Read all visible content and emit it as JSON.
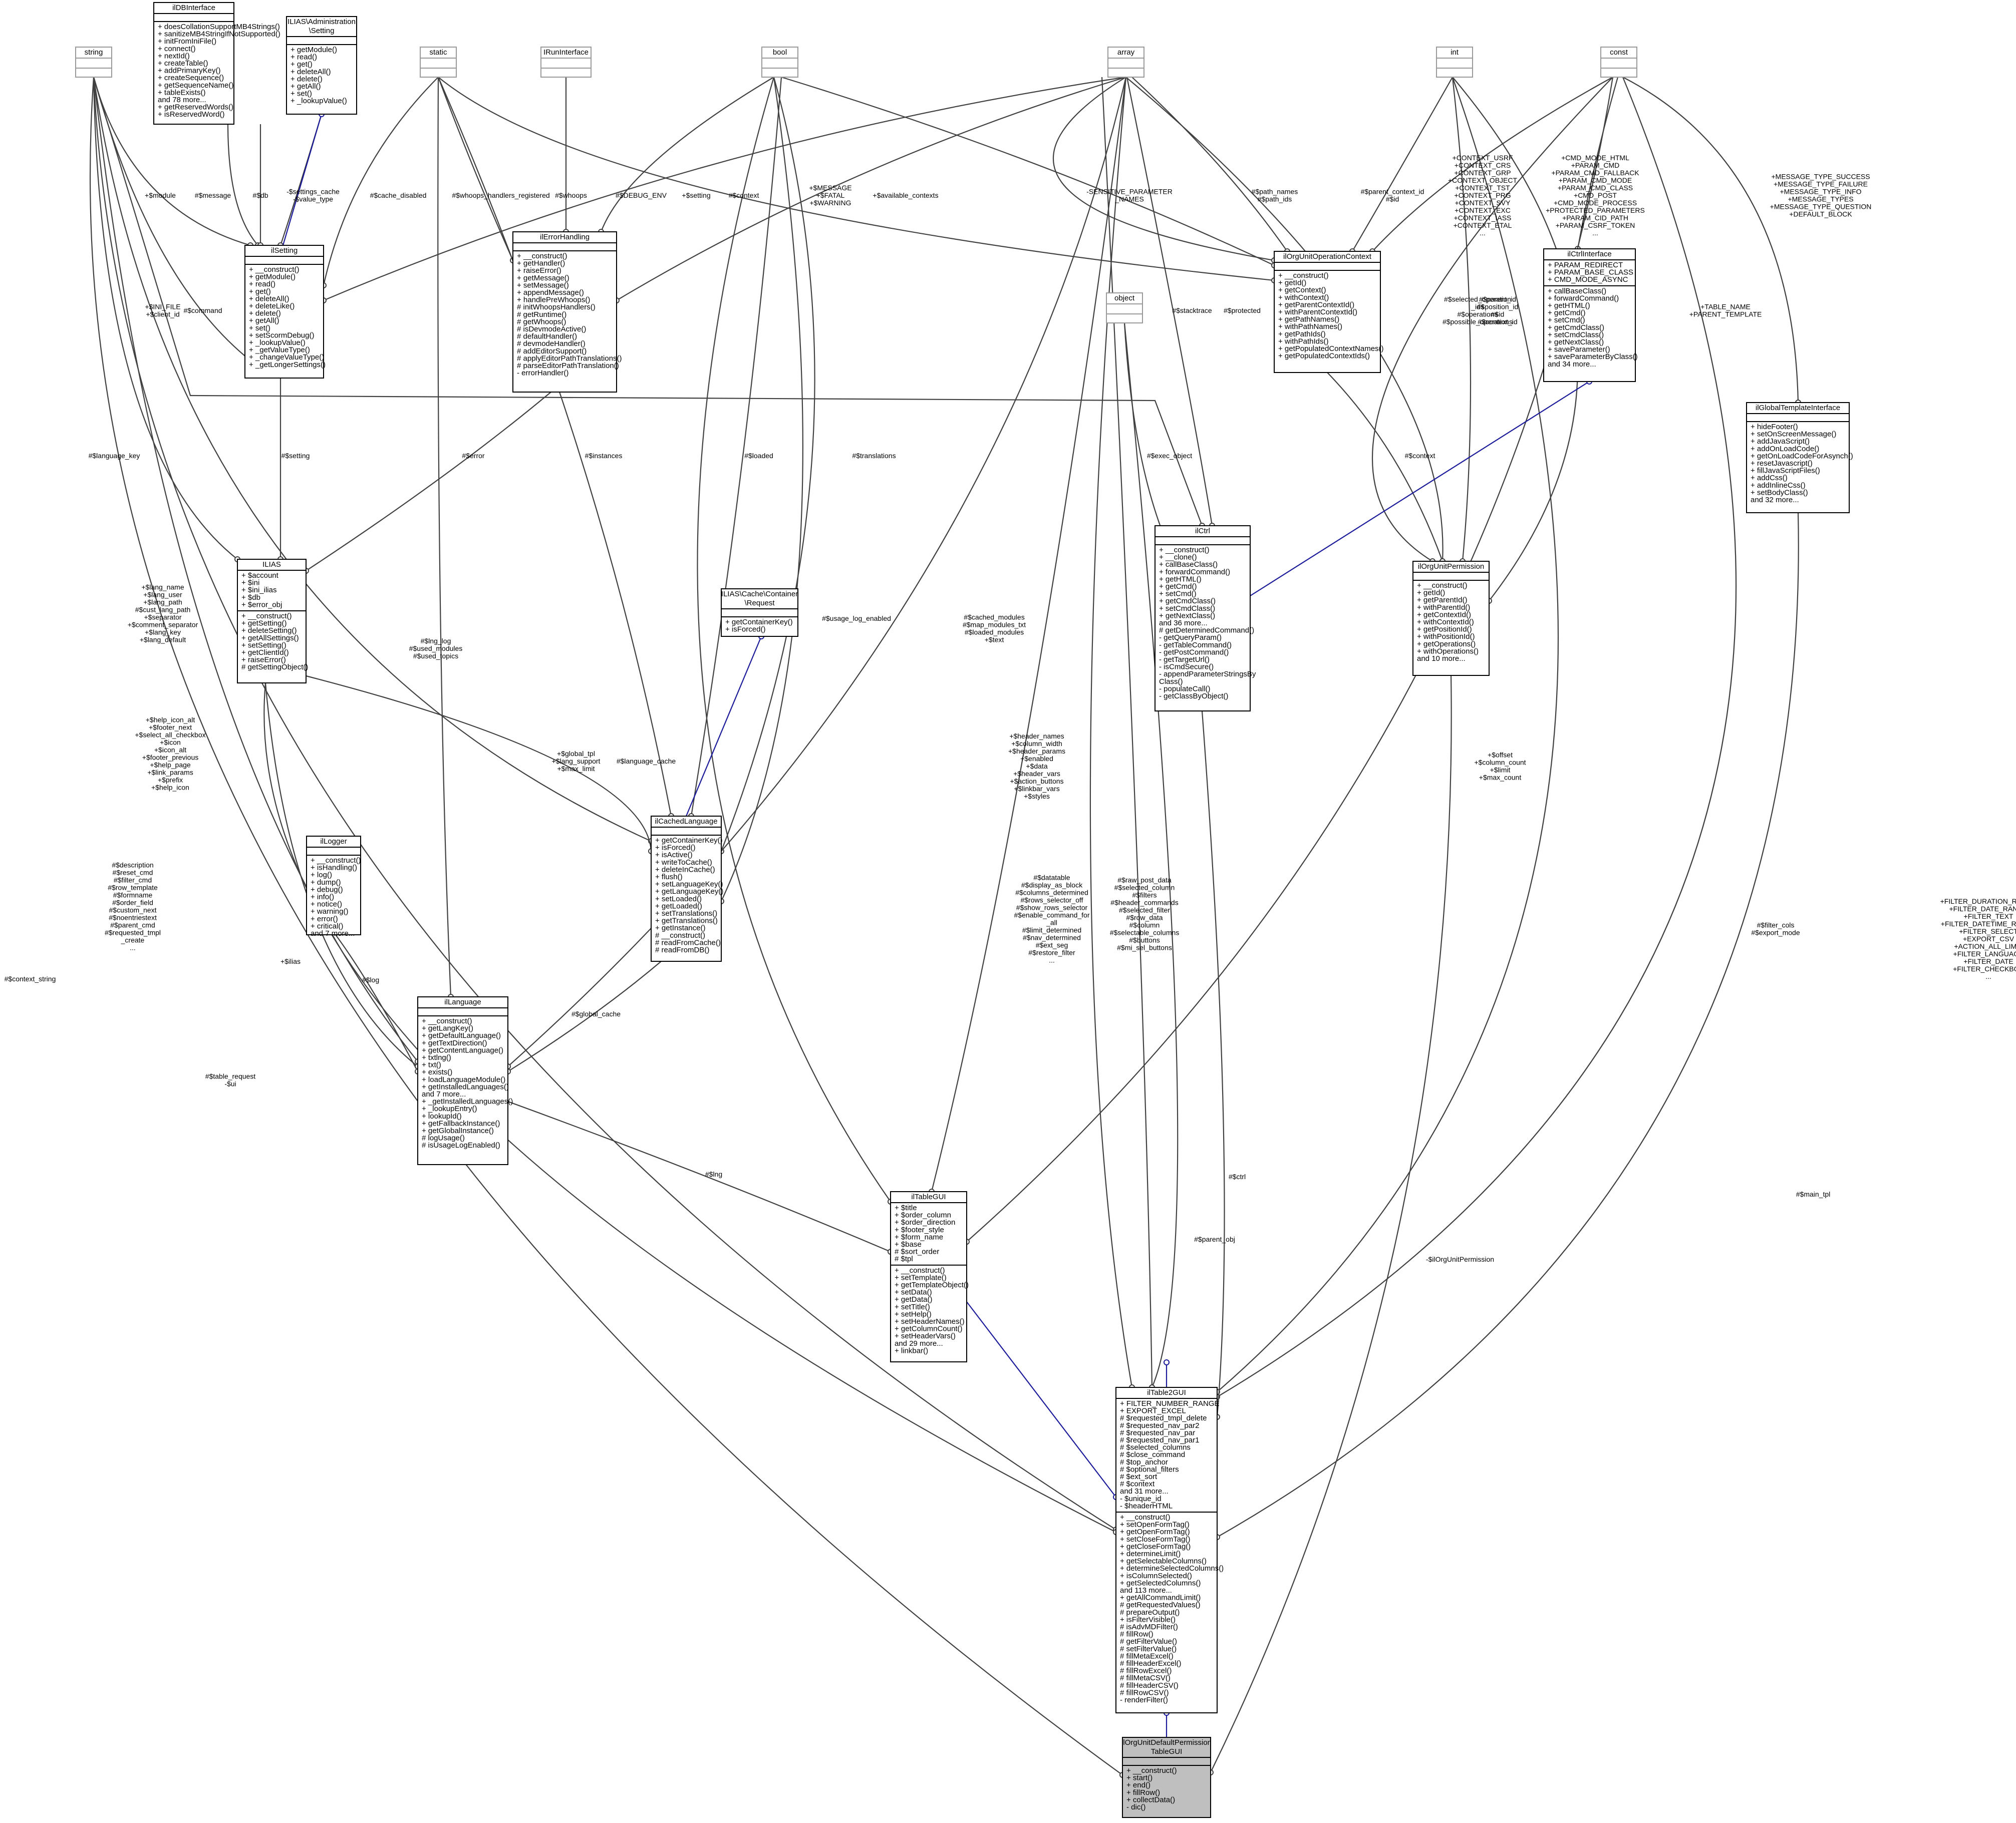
{
  "diagram": {
    "classes": [
      {
        "key": "string",
        "title": [
          "string"
        ],
        "attrs": [],
        "methods": []
      },
      {
        "key": "ilDBInterface",
        "title": [
          "ilDBInterface"
        ],
        "attrs": [],
        "methods": [
          "+ doesCollationSupportMB4Strings()",
          "+ sanitizeMB4StringIfNotSupported()",
          "+ initFromIniFile()",
          "+ connect()",
          "+ nextId()",
          "+ createTable()",
          "+ addPrimaryKey()",
          "+ createSequence()",
          "+ getSequenceName()",
          "+ tableExists()",
          "and 78 more...",
          "+ getReservedWords()",
          "+ isReservedWord()"
        ]
      },
      {
        "key": "adminSetting",
        "title": [
          "ILIAS\\Administration",
          "\\Setting"
        ],
        "attrs": [],
        "methods": [
          "+ getModule()",
          "+ read()",
          "+ get()",
          "+ deleteAll()",
          "+ delete()",
          "+ getAll()",
          "+ set()",
          "+ _lookupValue()"
        ]
      },
      {
        "key": "static",
        "title": [
          "static"
        ],
        "attrs": [],
        "methods": []
      },
      {
        "key": "ilRunInterface",
        "title": [
          "IRunInterface"
        ],
        "attrs": [],
        "methods": []
      },
      {
        "key": "bool",
        "title": [
          "bool"
        ],
        "attrs": [],
        "methods": []
      },
      {
        "key": "array",
        "title": [
          "array"
        ],
        "attrs": [],
        "methods": []
      },
      {
        "key": "int",
        "title": [
          "int"
        ],
        "attrs": [],
        "methods": []
      },
      {
        "key": "const",
        "title": [
          "const"
        ],
        "attrs": [],
        "methods": []
      },
      {
        "key": "ilSetting",
        "title": [
          "ilSetting"
        ],
        "attrs": [],
        "methods": [
          "+ __construct()",
          "+ getModule()",
          "+ read()",
          "+ get()",
          "+ deleteAll()",
          "+ deleteLike()",
          "+ delete()",
          "+ getAll()",
          "+ set()",
          "+ setScormDebug()",
          "+ _lookupValue()",
          "+ _getValueType()",
          "+ _changeValueType()",
          "+ _getLongerSettings()"
        ]
      },
      {
        "key": "ilErrorHandling",
        "title": [
          "ilErrorHandling"
        ],
        "attrs": [],
        "methods": [
          "+ __construct()",
          "+ getHandler()",
          "+ raiseError()",
          "+ getMessage()",
          "+ setMessage()",
          "+ appendMessage()",
          "+ handlePreWhoops()",
          "# initWhoopsHandlers()",
          "# getRuntime()",
          "# getWhoops()",
          "# isDevmodeActive()",
          "# defaultHandler()",
          "# devmodeHandler()",
          "# addEditorSupport()",
          "# applyEditorPathTranslations()",
          "# parseEditorPathTranslation()",
          "- errorHandler()"
        ]
      },
      {
        "key": "ilOrgUnitOperationContext",
        "title": [
          "ilOrgUnitOperationContext"
        ],
        "attrs": [],
        "methods": [
          "+ __construct()",
          "+ getId()",
          "+ getContext()",
          "+ withContext()",
          "+ getParentContextId()",
          "+ withParentContextId()",
          "+ getPathNames()",
          "+ withPathNames()",
          "+ getPathIds()",
          "+ withPathIds()",
          "+ getPopulatedContextNames()",
          "+ getPopulatedContextIds()"
        ]
      },
      {
        "key": "ilCtrlInterface",
        "title": [
          "ilCtrlInterface"
        ],
        "attrs": [
          "+ PARAM_REDIRECT",
          "+ PARAM_BASE_CLASS",
          "+ CMD_MODE_ASYNC"
        ],
        "methods": [
          "+ callBaseClass()",
          "+ forwardCommand()",
          "+ getHTML()",
          "+ getCmd()",
          "+ setCmd()",
          "+ getCmdClass()",
          "+ setCmdClass()",
          "+ getNextClass()",
          "+ saveParameter()",
          "+ saveParameterByClass()",
          "and 34 more..."
        ]
      },
      {
        "key": "object",
        "title": [
          "object"
        ],
        "attrs": [],
        "methods": []
      },
      {
        "key": "ilCtrl",
        "title": [
          "ilCtrl"
        ],
        "attrs": [],
        "methods": [
          "+ __construct()",
          "+ __clone()",
          "+ callBaseClass()",
          "+ forwardCommand()",
          "+ getHTML()",
          "+ getCmd()",
          "+ setCmd()",
          "+ getCmdClass()",
          "+ setCmdClass()",
          "+ getNextClass()",
          "and 36 more...",
          "# getDeterminedCommand()",
          "- getQueryParam()",
          "- getTableCommand()",
          "- getPostCommand()",
          "- getTargetUrl()",
          "- isCmdSecure()",
          "- appendParameterStringsBy",
          "Class()",
          "- populateCall()",
          "- getClassByObject()"
        ]
      },
      {
        "key": "ilOrgUnitPermission",
        "title": [
          "ilOrgUnitPermission"
        ],
        "attrs": [],
        "methods": [
          "+ __construct()",
          "+ getId()",
          "+ getParentId()",
          "+ withParentId()",
          "+ getContextId()",
          "+ withContextId()",
          "+ getPositionId()",
          "+ withPositionId()",
          "+ getOperations()",
          "+ withOperations()",
          "and 10 more..."
        ]
      },
      {
        "key": "ilGlobalTemplateInterface",
        "title": [
          "ilGlobalTemplateInterface"
        ],
        "attrs": [],
        "methods": [
          "+ hideFooter()",
          "+ setOnScreenMessage()",
          "+ addJavaScript()",
          "+ addOnLoadCode()",
          "+ getOnLoadCodeForAsynch()",
          "+ resetJavascript()",
          "+ fillJavaScriptFiles()",
          "+ addCss()",
          "+ addInlineCss()",
          "+ setBodyClass()",
          "and 32 more..."
        ]
      },
      {
        "key": "ILIAS",
        "title": [
          "ILIAS"
        ],
        "attrs": [
          "+ $account",
          "+ $ini",
          "+ $ini_ilias",
          "+ $db",
          "+ $error_obj"
        ],
        "methods": [
          "+ __construct()",
          "+ getSetting()",
          "+ deleteSetting()",
          "+ getAllSettings()",
          "+ setSetting()",
          "+ getClientId()",
          "+ raiseError()",
          "# getSettingObject()"
        ]
      },
      {
        "key": "cacheContainer",
        "title": [
          "ILIAS\\Cache\\Container",
          "\\Request"
        ],
        "attrs": [],
        "methods": [
          "+ getContainerKey()",
          "+ isForced()"
        ]
      },
      {
        "key": "ilLogger",
        "title": [
          "ilLogger"
        ],
        "attrs": [],
        "methods": [
          "+ __construct()",
          "+ isHandling()",
          "+ log()",
          "+ dump()",
          "+ debug()",
          "+ info()",
          "+ notice()",
          "+ warning()",
          "+ error()",
          "+ critical()",
          "and 7 more..."
        ]
      },
      {
        "key": "ilCachedLanguage",
        "title": [
          "ilCachedLanguage"
        ],
        "attrs": [],
        "methods": [
          "+ getContainerKey()",
          "+ isForced()",
          "+ isActive()",
          "+ writeToCache()",
          "+ deleteInCache()",
          "+ flush()",
          "+ setLanguageKey()",
          "+ getLanguageKey()",
          "+ setLoaded()",
          "+ getLoaded()",
          "+ setTranslations()",
          "+ getTranslations()",
          "+ getInstance()",
          "# __construct()",
          "# readFromCache()",
          "# readFromDB()"
        ]
      },
      {
        "key": "ilLanguage",
        "title": [
          "ilLanguage"
        ],
        "attrs": [],
        "methods": [
          "+ __construct()",
          "+ getLangKey()",
          "+ getDefaultLanguage()",
          "+ getTextDirection()",
          "+ getContentLanguage()",
          "+ txtlng()",
          "+ txt()",
          "+ exists()",
          "+ loadLanguageModule()",
          "+ getInstalledLanguages()",
          "and 7 more...",
          "+ _getInstalledLanguages()",
          "+ _lookupEntry()",
          "+ lookupId()",
          "+ getFallbackInstance()",
          "+ getGlobalInstance()",
          "# logUsage()",
          "# isUsageLogEnabled()"
        ]
      },
      {
        "key": "ilTableGUI",
        "title": [
          "ilTableGUI"
        ],
        "attrs": [
          "+ $title",
          "+ $order_column",
          "+ $order_direction",
          "+ $footer_style",
          "+ $form_name",
          "+ $base",
          "# $sort_order",
          "# $tpl"
        ],
        "methods": [
          "+ __construct()",
          "+ setTemplate()",
          "+ getTemplateObject()",
          "+ setData()",
          "+ getData()",
          "+ setTitle()",
          "+ setHelp()",
          "+ setHeaderNames()",
          "+ getColumnCount()",
          "+ setHeaderVars()",
          "and 29 more...",
          "+ linkbar()"
        ]
      },
      {
        "key": "ilTable2GUI",
        "title": [
          "ilTable2GUI"
        ],
        "attrs": [
          "+ FILTER_NUMBER_RANGE",
          "+ EXPORT_EXCEL",
          "# $requested_tmpl_delete",
          "# $requested_nav_par2",
          "# $requested_nav_par",
          "# $requested_nav_par1",
          "# $selected_columns",
          "# $close_command",
          "# $top_anchor",
          "# $optional_filters",
          "# $ext_sort",
          "# $context",
          "and 31 more...",
          "- $unique_id",
          "- $headerHTML"
        ],
        "methods": [
          "+ __construct()",
          "+ setOpenFormTag()",
          "+ getOpenFormTag()",
          "+ setCloseFormTag()",
          "+ getCloseFormTag()",
          "+ determineLimit()",
          "+ getSelectableColumns()",
          "+ determineSelectedColumns()",
          "+ isColumnSelected()",
          "+ getSelectedColumns()",
          "and 113 more...",
          "+ getAllCommandLimit()",
          "# getRequestedValues()",
          "# prepareOutput()",
          "+ isFilterVisible()",
          "# isAdvMDFilter()",
          "# fillRow()",
          "# getFilterValue()",
          "# setFilterValue()",
          "# fillMetaExcel()",
          "# fillHeaderExcel()",
          "# fillRowExcel()",
          "# fillMetaCSV()",
          "# fillHeaderCSV()",
          "# fillRowCSV()",
          "- renderFilter()"
        ]
      },
      {
        "key": "target",
        "title": [
          "ilOrgUnitDefaultPermission",
          "TableGUI"
        ],
        "attrs": [],
        "methods": [
          "+ __construct()",
          "+ start()",
          "+ end()",
          "+ fillRow()",
          "+ collectData()",
          "- dic()"
        ]
      }
    ],
    "edge_labels": [
      {
        "key": "e1",
        "lines": [
          "+$module"
        ]
      },
      {
        "key": "e2",
        "lines": [
          "#$message"
        ]
      },
      {
        "key": "e3",
        "lines": [
          "#$db"
        ]
      },
      {
        "key": "e4",
        "lines": [
          "-$settings_cache",
          "-$value_type"
        ]
      },
      {
        "key": "e5",
        "lines": [
          "#$cache_disabled"
        ]
      },
      {
        "key": "e6",
        "lines": [
          "#$whoops_handlers_registered"
        ]
      },
      {
        "key": "e7",
        "lines": [
          "#$whoops"
        ]
      },
      {
        "key": "e8",
        "lines": [
          "#$DEBUG_ENV"
        ]
      },
      {
        "key": "e9",
        "lines": [
          "+$setting"
        ]
      },
      {
        "key": "e10",
        "lines": [
          "#$context"
        ]
      },
      {
        "key": "e11",
        "lines": [
          "+$MESSAGE",
          "+$FATAL",
          "+$WARNING"
        ]
      },
      {
        "key": "e12",
        "lines": [
          "+$available_contexts"
        ]
      },
      {
        "key": "e13",
        "lines": [
          "-SENSITIVE_PARAMETER",
          "_NAMES"
        ]
      },
      {
        "key": "e14",
        "lines": [
          "#$path_names",
          "#$path_ids"
        ]
      },
      {
        "key": "e15",
        "lines": [
          "#$parent_context_id",
          "#$id"
        ]
      },
      {
        "key": "e16",
        "lines": [
          "+CONTEXT_USRF",
          "+CONTEXT_CRS",
          "+CONTEXT_GRP",
          "+CONTEXT_OBJECT",
          "+CONTEXT_TST",
          "+CONTEXT_PRG",
          "+CONTEXT_SVY",
          "+CONTEXT_EXC",
          "+CONTEXT_IASS",
          "+CONTEXT_ETAL",
          "..."
        ]
      },
      {
        "key": "e17",
        "lines": [
          "+CMD_MODE_HTML",
          "+PARAM_CMD",
          "+PARAM_CMD_FALLBACK",
          "+PARAM_CMD_MODE",
          "+PARAM_CMD_CLASS",
          "+CMD_POST",
          "+CMD_MODE_PROCESS",
          "+PROTECTED_PARAMETERS",
          "+PARAM_CID_PATH",
          "+PARAM_CSRF_TOKEN",
          "..."
        ]
      },
      {
        "key": "e18",
        "lines": [
          "+MESSAGE_TYPE_SUCCESS",
          "+MESSAGE_TYPE_FAILURE",
          "+MESSAGE_TYPE_INFO",
          "+MESSAGE_TYPES",
          "+MESSAGE_TYPE_QUESTION",
          "+DEFAULT_BLOCK"
        ]
      },
      {
        "key": "e19",
        "lines": [
          "+$INI_FILE",
          "+$client_id"
        ]
      },
      {
        "key": "e20",
        "lines": [
          "#$command"
        ]
      },
      {
        "key": "e21",
        "lines": [
          "#$stacktrace"
        ]
      },
      {
        "key": "e22",
        "lines": [
          "#$protected"
        ]
      },
      {
        "key": "e23",
        "lines": [
          "#$selected_operation",
          "_ids",
          "#$operations",
          "#$possible_operations"
        ]
      },
      {
        "key": "e24",
        "lines": [
          "#$parent_id",
          "#$position_id",
          "#$id",
          "#$context_id"
        ]
      },
      {
        "key": "e25",
        "lines": [
          "+TABLE_NAME",
          "+PARENT_TEMPLATE"
        ]
      },
      {
        "key": "e26",
        "lines": [
          "#$language_key"
        ]
      },
      {
        "key": "e27",
        "lines": [
          "#$setting"
        ]
      },
      {
        "key": "e28",
        "lines": [
          "#$error"
        ]
      },
      {
        "key": "e29",
        "lines": [
          "#$instances"
        ]
      },
      {
        "key": "e30",
        "lines": [
          "#$loaded"
        ]
      },
      {
        "key": "e31",
        "lines": [
          "#$translations"
        ]
      },
      {
        "key": "e32",
        "lines": [
          "#$exec_object"
        ]
      },
      {
        "key": "e33",
        "lines": [
          "#$context"
        ]
      },
      {
        "key": "e34",
        "lines": [
          "+$lang_name",
          "+$lang_user",
          "+$lang_path",
          "#$cust_lang_path",
          "+$separator",
          "+$comment_separator",
          "+$lang_key",
          "+$lang_default"
        ]
      },
      {
        "key": "e35",
        "lines": [
          "#$lng_log",
          "#$used_modules",
          "#$used_topics"
        ]
      },
      {
        "key": "e36",
        "lines": [
          "#$usage_log_enabled"
        ]
      },
      {
        "key": "e37",
        "lines": [
          "#$cached_modules",
          "#$map_modules_txt",
          "#$loaded_modules",
          "+$text"
        ]
      },
      {
        "key": "e38",
        "lines": [
          "+$help_icon_alt",
          "+$footer_next",
          "+$select_all_checkbox",
          "+$icon",
          "+$icon_alt",
          "+$footer_previous",
          "+$help_page",
          "+$link_params",
          "+$prefix",
          "+$help_icon"
        ]
      },
      {
        "key": "e39",
        "lines": [
          "+$global_tpl",
          "+$lang_support",
          "+$max_limit"
        ]
      },
      {
        "key": "e40",
        "lines": [
          "#$language_cache"
        ]
      },
      {
        "key": "e41",
        "lines": [
          "+$header_names",
          "+$column_width",
          "+$header_params",
          "+$enabled",
          "+$data",
          "+$header_vars",
          "+$action_buttons",
          "+$linkbar_vars",
          "+$styles"
        ]
      },
      {
        "key": "e42",
        "lines": [
          "+$offset",
          "+$column_count",
          "+$limit",
          "+$max_count"
        ]
      },
      {
        "key": "e43",
        "lines": [
          "+$ilias"
        ]
      },
      {
        "key": "e44",
        "lines": [
          "#$log"
        ]
      },
      {
        "key": "e45",
        "lines": [
          "#$global_cache"
        ]
      },
      {
        "key": "e46",
        "lines": [
          "#$description",
          "#$reset_cmd",
          "#$filter_cmd",
          "#$row_template",
          "#$formname",
          "#$order_field",
          "#$custom_next",
          "#$noentriestext",
          "#$parent_cmd",
          "#$requested_tmpl",
          "_create",
          "..."
        ]
      },
      {
        "key": "e47",
        "lines": [
          "#$datatable",
          "#$display_as_block",
          "#$columns_determined",
          "#$rows_selector_off",
          "#$show_rows_selector",
          "#$enable_command_for",
          "_all",
          "#$limit_determined",
          "#$nav_determined",
          "#$ext_seg",
          "#$restore_filter",
          "..."
        ]
      },
      {
        "key": "e48",
        "lines": [
          "#$raw_post_data",
          "#$selected_column",
          "#$filters",
          "#$header_commands",
          "#$selected_filter",
          "#$row_data",
          "#$column",
          "#$selectable_columns",
          "#$buttons",
          "#$mi_sel_buttons"
        ]
      },
      {
        "key": "e49",
        "lines": [
          "#$filter_cols",
          "#$export_mode"
        ]
      },
      {
        "key": "e50",
        "lines": [
          "+FILTER_DURATION_RANGE",
          "+FILTER_DATE_RANGE",
          "+FILTER_TEXT",
          "+FILTER_DATETIME_RANGE",
          "+FILTER_SELECT",
          "+EXPORT_CSV",
          "+ACTION_ALL_LIMIT",
          "+FILTER_LANGUAGE",
          "+FILTER_DATE",
          "+FILTER_CHECKBOX",
          "..."
        ]
      },
      {
        "key": "e51",
        "lines": [
          "#$context_string"
        ]
      },
      {
        "key": "e52",
        "lines": [
          "#$table_request",
          "-$ui"
        ]
      },
      {
        "key": "e53",
        "lines": [
          "#$lng"
        ]
      },
      {
        "key": "e54",
        "lines": [
          "#$parent_obj"
        ]
      },
      {
        "key": "e55",
        "lines": [
          "#$ctrl"
        ]
      },
      {
        "key": "e56",
        "lines": [
          "#$main_tpl"
        ]
      },
      {
        "key": "e57",
        "lines": [
          "-$ilOrgUnitPermission"
        ]
      }
    ]
  }
}
